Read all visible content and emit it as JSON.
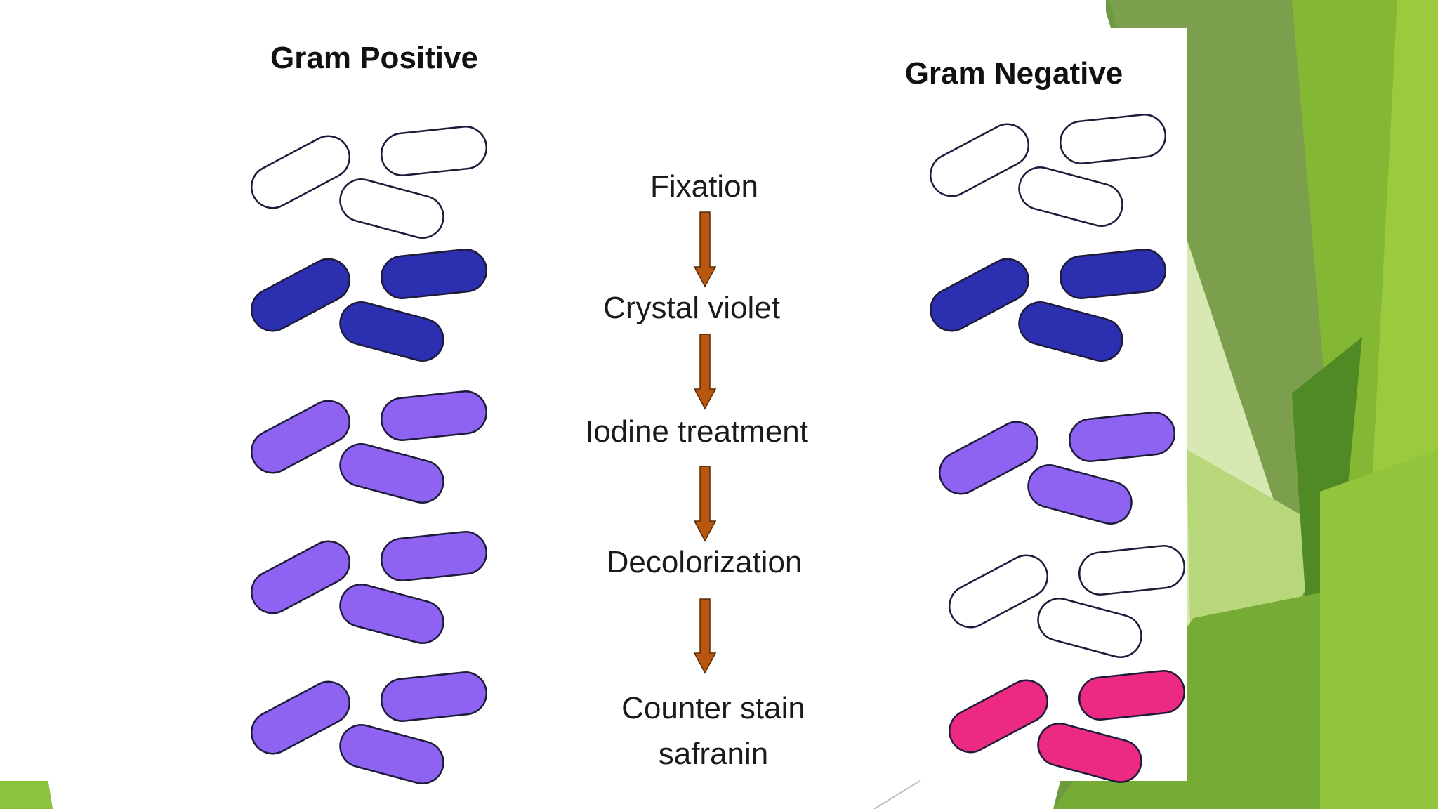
{
  "diagram": {
    "left_title": "Gram Positive",
    "right_title": "Gram Negative",
    "steps": [
      {
        "lines": [
          "Fixation"
        ]
      },
      {
        "lines": [
          "Crystal violet"
        ]
      },
      {
        "lines": [
          "Iodine treatment"
        ]
      },
      {
        "lines": [
          "Decolorization"
        ]
      },
      {
        "lines": [
          "Counter stain",
          "safranin"
        ]
      }
    ],
    "stain_colors": {
      "unstained": "#ffffff",
      "crystal_violet": "#2c2fb0",
      "iodine": "#8f63f2",
      "safranin": "#ec2a82",
      "outline": "#1e1a3a"
    },
    "gram_positive_row_colors": [
      "unstained",
      "crystal_violet",
      "iodine",
      "iodine",
      "iodine"
    ],
    "gram_negative_row_colors": [
      "unstained",
      "crystal_violet",
      "iodine",
      "unstained",
      "safranin"
    ],
    "arrow_color": "#b9560f",
    "theme_colors": {
      "green_light": "#9dc93a",
      "green_mid": "#7fb034",
      "green_dark": "#5e8f2e",
      "green_pale": "#dbe9b8"
    }
  }
}
